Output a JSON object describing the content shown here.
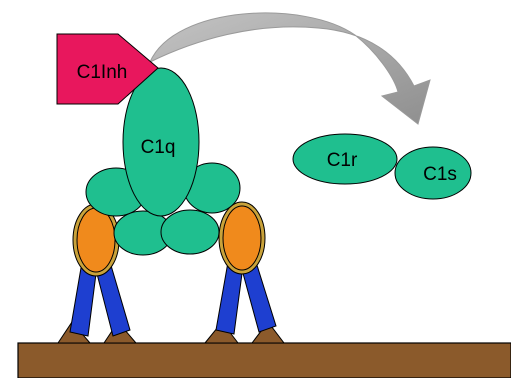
{
  "labels": {
    "inhibitor": "C1Inh",
    "c1q": "C1q",
    "c1r": "C1r",
    "c1s": "C1s"
  },
  "colors": {
    "background": "#ffffff",
    "inhibitor": "#e8175d",
    "c1_components": "#1fbf8f",
    "antigen": "#f08a1c",
    "antigen_rim": "#c9a23a",
    "antibody": "#1e3fd0",
    "surface": "#8b5a2b",
    "arrow": "#a9a9a9"
  },
  "icons": {
    "arrow": "curved-arrow-icon"
  }
}
